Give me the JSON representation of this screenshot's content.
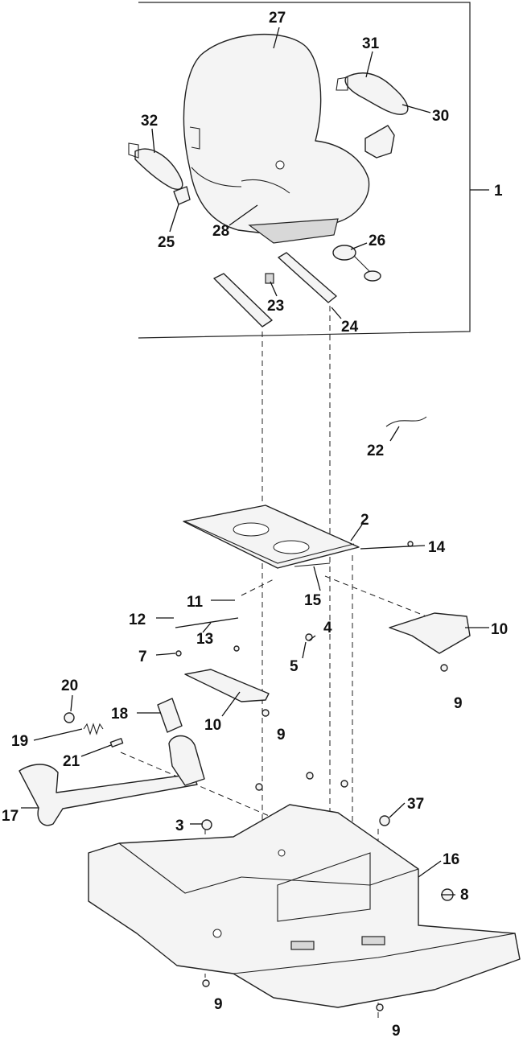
{
  "callouts": {
    "c1": "1",
    "c2": "2",
    "c3": "3",
    "c4": "4",
    "c5": "5",
    "c7": "7",
    "c8": "8",
    "c9a": "9",
    "c9b": "9",
    "c9c": "9",
    "c9d": "9",
    "c10a": "10",
    "c10b": "10",
    "c11": "11",
    "c12": "12",
    "c13": "13",
    "c14": "14",
    "c15": "15",
    "c16": "16",
    "c17": "17",
    "c18": "18",
    "c19": "19",
    "c20": "20",
    "c21": "21",
    "c22": "22",
    "c23": "23",
    "c24": "24",
    "c25": "25",
    "c26": "26",
    "c27": "27",
    "c28": "28",
    "c30": "30",
    "c31": "31",
    "c32": "32",
    "c37": "37"
  },
  "colors": {
    "line": "#222222",
    "fill": "#f4f4f4",
    "background": "#ffffff"
  }
}
